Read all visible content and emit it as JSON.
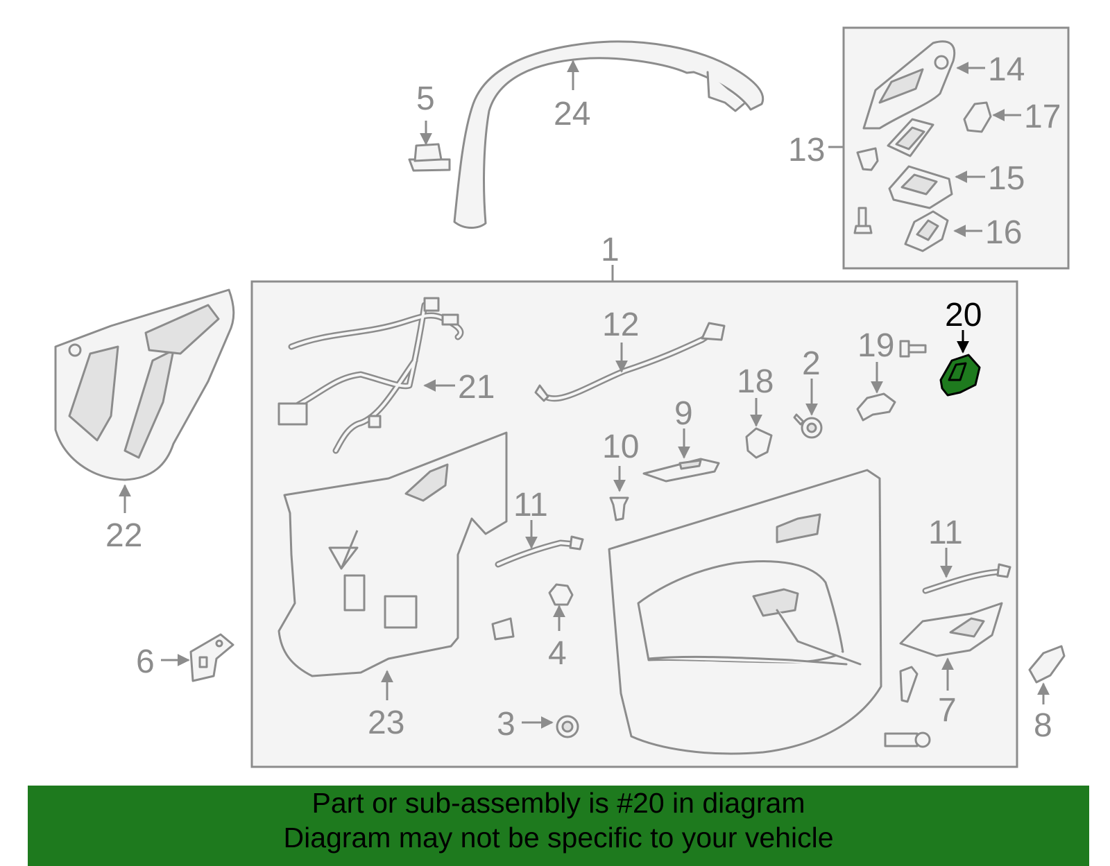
{
  "callouts": {
    "c1": "1",
    "c2": "2",
    "c3": "3",
    "c4": "4",
    "c5": "5",
    "c6": "6",
    "c7": "7",
    "c8": "8",
    "c9": "9",
    "c10": "10",
    "c11a": "11",
    "c11b": "11",
    "c12": "12",
    "c13": "13",
    "c14": "14",
    "c15": "15",
    "c16": "16",
    "c17": "17",
    "c18": "18",
    "c19": "19",
    "c20": "20",
    "c21": "21",
    "c22": "22",
    "c23": "23",
    "c24": "24"
  },
  "highlight": {
    "part_number": "20",
    "color": "#1e7a1e"
  },
  "banner": {
    "line1": "Part or sub-assembly is #20 in diagram",
    "line2": "Diagram may not be specific to your vehicle",
    "background": "#1e7a1e"
  }
}
